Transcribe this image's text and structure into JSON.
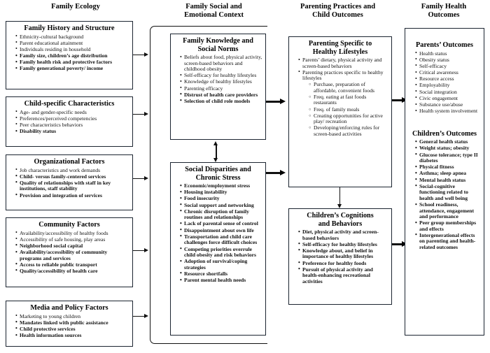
{
  "columns": [
    {
      "header": "Family Ecology"
    },
    {
      "header": "Family Social and\nEmotional Context"
    },
    {
      "header": "Parenting Practices and\nChild Outcomes"
    },
    {
      "header": "Family Health\nOutcomes"
    }
  ],
  "col1_header_l1": "Family Ecology",
  "col2_header_l1": "Family Social and",
  "col2_header_l2": "Emotional Context",
  "col3_header_l1": "Parenting Practices and",
  "col3_header_l2": "Child Outcomes",
  "col4_header_l1": "Family Health",
  "col4_header_l2": "Outcomes",
  "boxes": {
    "family_history": {
      "title": "Family History and Structure",
      "items": [
        {
          "text": "Ethnicity-cultural background",
          "bold": false
        },
        {
          "text": "Parent educational attainment",
          "bold": false
        },
        {
          "text": "Individuals residing in household",
          "bold": false
        },
        {
          "text": "Family size, children’s age distribution",
          "bold": true
        },
        {
          "text": "Family health risk and protective factors",
          "bold": true
        },
        {
          "text": "Family generational poverty/ income",
          "bold": true
        }
      ]
    },
    "child_specific": {
      "title": "Child-specific Characteristics",
      "items": [
        {
          "text": "Age- and gender-specific needs",
          "bold": false
        },
        {
          "text": "Preferences/perceived competencies",
          "bold": false
        },
        {
          "text": "Peer characteristics behaviors",
          "bold": false
        },
        {
          "text": "Disability status",
          "bold": true
        }
      ]
    },
    "organizational": {
      "title": "Organizational Factors",
      "items": [
        {
          "text": "Job characteristics and work demands",
          "bold": false
        },
        {
          "text": "Child- versus family-centered services",
          "bold": true
        },
        {
          "text": "Quality of relationships with staff in key institutions, staff stability",
          "bold": true
        },
        {
          "text": "Provision and integration of services",
          "bold": true
        }
      ]
    },
    "community": {
      "title": "Community Factors",
      "items": [
        {
          "text": "Availability/accessibility of healthy foods",
          "bold": false
        },
        {
          "text": "Accessibility of safe housing, play areas",
          "bold": false
        },
        {
          "text": "Neighborhood social capital",
          "bold": true
        },
        {
          "text": "Availability/accessibility of community programs and services",
          "bold": true
        },
        {
          "text": "Access to reliable public transport",
          "bold": true
        },
        {
          "text": "Quality/accessibility of health care",
          "bold": true
        }
      ]
    },
    "media_policy": {
      "title": "Media and Policy Factors",
      "items": [
        {
          "text": "Marketing to young children",
          "bold": false
        },
        {
          "text": "Mandates linked with public assistance",
          "bold": true
        },
        {
          "text": "Child protective services",
          "bold": true
        },
        {
          "text": "Health information sources",
          "bold": true
        }
      ]
    },
    "family_knowledge": {
      "title_l1": "Family Knowledge and",
      "title_l2": "Social Norms",
      "items": [
        {
          "text": "Beliefs about food, physical activity, screen-based behaviors and childhood obesity",
          "bold": false
        },
        {
          "text": "Self-efficacy for healthy lifestyles",
          "bold": false
        },
        {
          "text": "Knowledge of healthy lifestyles",
          "bold": false
        },
        {
          "text": "Parenting efficacy",
          "bold": false
        },
        {
          "text": "Distrust of health care providers",
          "bold": true
        },
        {
          "text": "Selection of child role models",
          "bold": true
        }
      ]
    },
    "social_disparities": {
      "title_l1": "Social Disparities and",
      "title_l2": "Chronic Stress",
      "items": [
        {
          "text": "Economic/employment stress",
          "bold": true
        },
        {
          "text": "Housing instability",
          "bold": true
        },
        {
          "text": "Food insecurity",
          "bold": true
        },
        {
          "text": "Social support and networking",
          "bold": true
        },
        {
          "text": "Chronic disruption of family routines and relationships",
          "bold": true
        },
        {
          "text": "Lack of parental sense of control",
          "bold": true
        },
        {
          "text": "Disappointment about own life",
          "bold": true
        },
        {
          "text": "Transportation and child care challenges force difficult choices",
          "bold": true
        },
        {
          "text": "Competing priorities overrule child obesity and risk behaviors",
          "bold": true
        },
        {
          "text": "Adoption of survival/coping strategies",
          "bold": true
        },
        {
          "text": "Resource shortfalls",
          "bold": true
        },
        {
          "text": "Parent mental health needs",
          "bold": true
        }
      ]
    },
    "parenting_specific": {
      "title_l1": "Parenting Specific to",
      "title_l2": "Healthy Lifestyles",
      "items": [
        {
          "text": "Parents’ dietary, physical activity and screen-based behaviors",
          "bold": false
        },
        {
          "text": "Parenting practices specific to healthy lifestyles",
          "bold": false
        }
      ],
      "subitems": [
        "Purchase, preparation of affordable, convenient foods",
        "Freq. eating at fast foods restaurants",
        "Freq. of family meals",
        "Creating opportunities for active play/ recreation",
        "Developing/enforcing rules for screen-based activities"
      ]
    },
    "childrens_cognitions": {
      "title_l1": "Children’s Cognitions",
      "title_l2": "and Behaviors",
      "items": [
        {
          "text": "Diet, physical activity and screen-based behaviors",
          "bold": true
        },
        {
          "text": "Self-efficacy for healthy lifestyles",
          "bold": true
        },
        {
          "text": "Knowledge about, and belief in importance of healthy lifestyles",
          "bold": true
        },
        {
          "text": "Preference for healthy foods",
          "bold": true
        },
        {
          "text": "Pursuit of physical activity and health-enhancing recreational activities",
          "bold": true
        }
      ]
    },
    "parents_outcomes": {
      "title": "Parents’ Outcomes",
      "items": [
        {
          "text": "Health status",
          "bold": false
        },
        {
          "text": "Obesity status",
          "bold": false
        },
        {
          "text": "Self-efficacy",
          "bold": false
        },
        {
          "text": "Critical awareness",
          "bold": false
        },
        {
          "text": "Resource access",
          "bold": false
        },
        {
          "text": "Employability",
          "bold": false
        },
        {
          "text": "Social integration",
          "bold": false
        },
        {
          "text": "Civic engagement",
          "bold": false
        },
        {
          "text": "Substance use/abuse",
          "bold": false
        },
        {
          "text": "Health system involvement",
          "bold": false
        }
      ]
    },
    "childrens_outcomes": {
      "title": "Children’s Outcomes",
      "items": [
        {
          "text": "General health status",
          "bold": true
        },
        {
          "text": "Weight status; obesity",
          "bold": true
        },
        {
          "text": "Glucose tolerance; type II diabetes",
          "bold": true
        },
        {
          "text": "Physical fitness",
          "bold": true
        },
        {
          "text": "Asthma; sleep apnea",
          "bold": true
        },
        {
          "text": "Mental health status",
          "bold": true
        },
        {
          "text": "Social-cognitive functioning related to health and well being",
          "bold": true
        },
        {
          "text": "School readiness, attendance, engagement and performance",
          "bold": true
        },
        {
          "text": "Peer group memberships and effects",
          "bold": true
        },
        {
          "text": "Intergenerational effects on parenting and health-related outcomes",
          "bold": true
        }
      ]
    }
  },
  "colors": {
    "border": "#1b2430",
    "arrow": "#111111",
    "background": "#ffffff",
    "text": "#101010"
  }
}
